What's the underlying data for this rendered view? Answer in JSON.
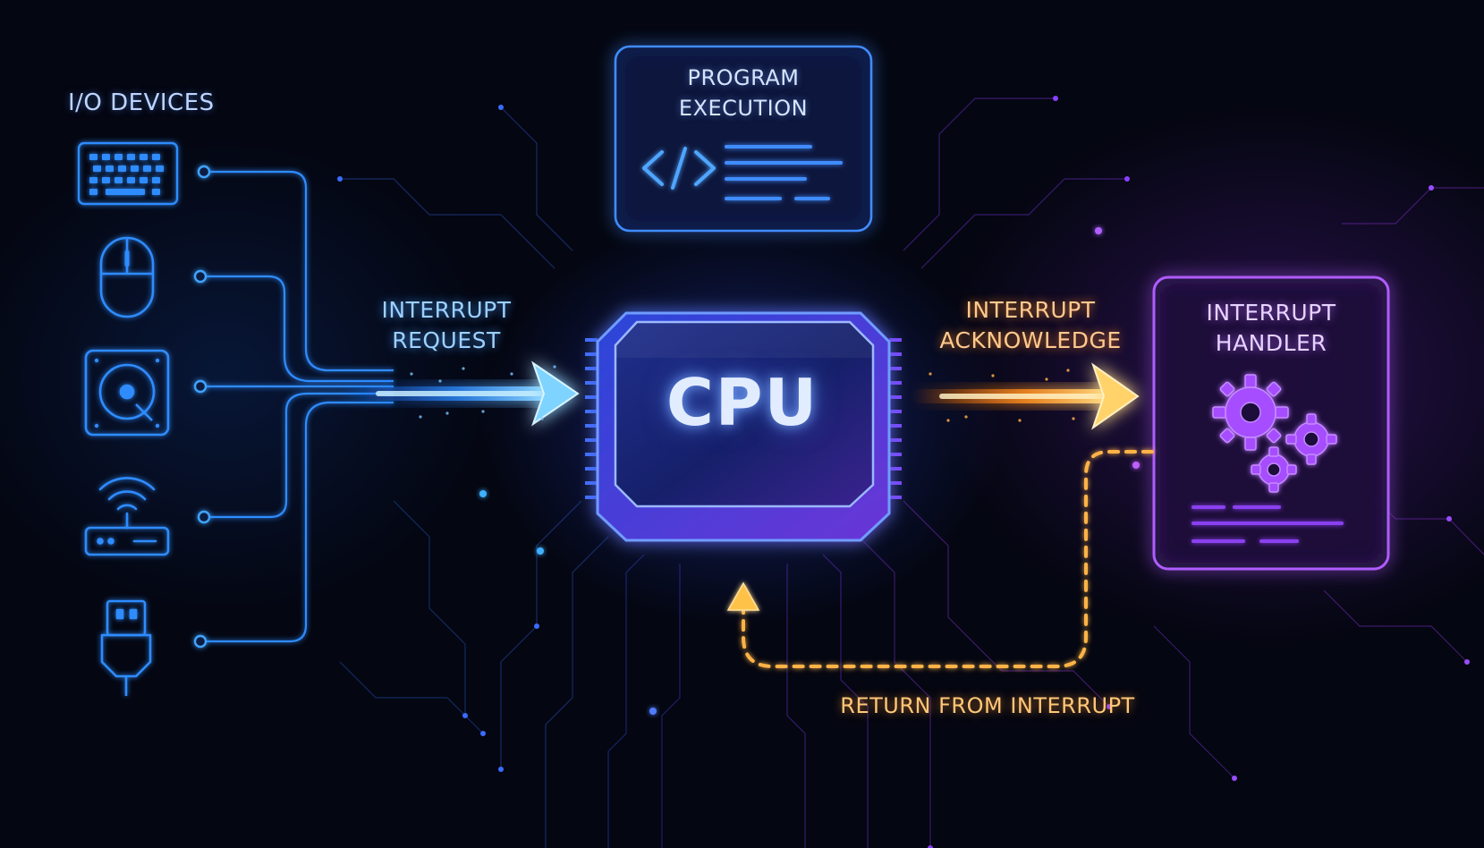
{
  "io_devices": {
    "title": "I/O DEVICES",
    "devices": [
      {
        "icon": "keyboard-icon"
      },
      {
        "icon": "mouse-icon"
      },
      {
        "icon": "hard-disk-icon"
      },
      {
        "icon": "wifi-router-icon"
      },
      {
        "icon": "usb-plug-icon"
      }
    ]
  },
  "program_execution": {
    "label": "PROGRAM\nEXECUTION",
    "icon": "code-icon"
  },
  "cpu": {
    "label": "CPU"
  },
  "interrupt_request": {
    "label": "INTERRUPT\nREQUEST",
    "color": "#3fa3ff"
  },
  "interrupt_acknowledge": {
    "label": "INTERRUPT\nACKNOWLEDGE",
    "color": "#ff9a2e"
  },
  "interrupt_handler": {
    "label": "INTERRUPT\nHANDLER",
    "icon": "gears-icon",
    "color": "#a64dff"
  },
  "return_from_interrupt": {
    "label": "RETURN FROM INTERRUPT",
    "color": "#ffb347"
  },
  "colors": {
    "background": "#040611",
    "device_blue": "#2f8cff",
    "cpu_blue": "#4f73ff",
    "handler_purple": "#a64dff",
    "return_orange": "#ffb347"
  }
}
